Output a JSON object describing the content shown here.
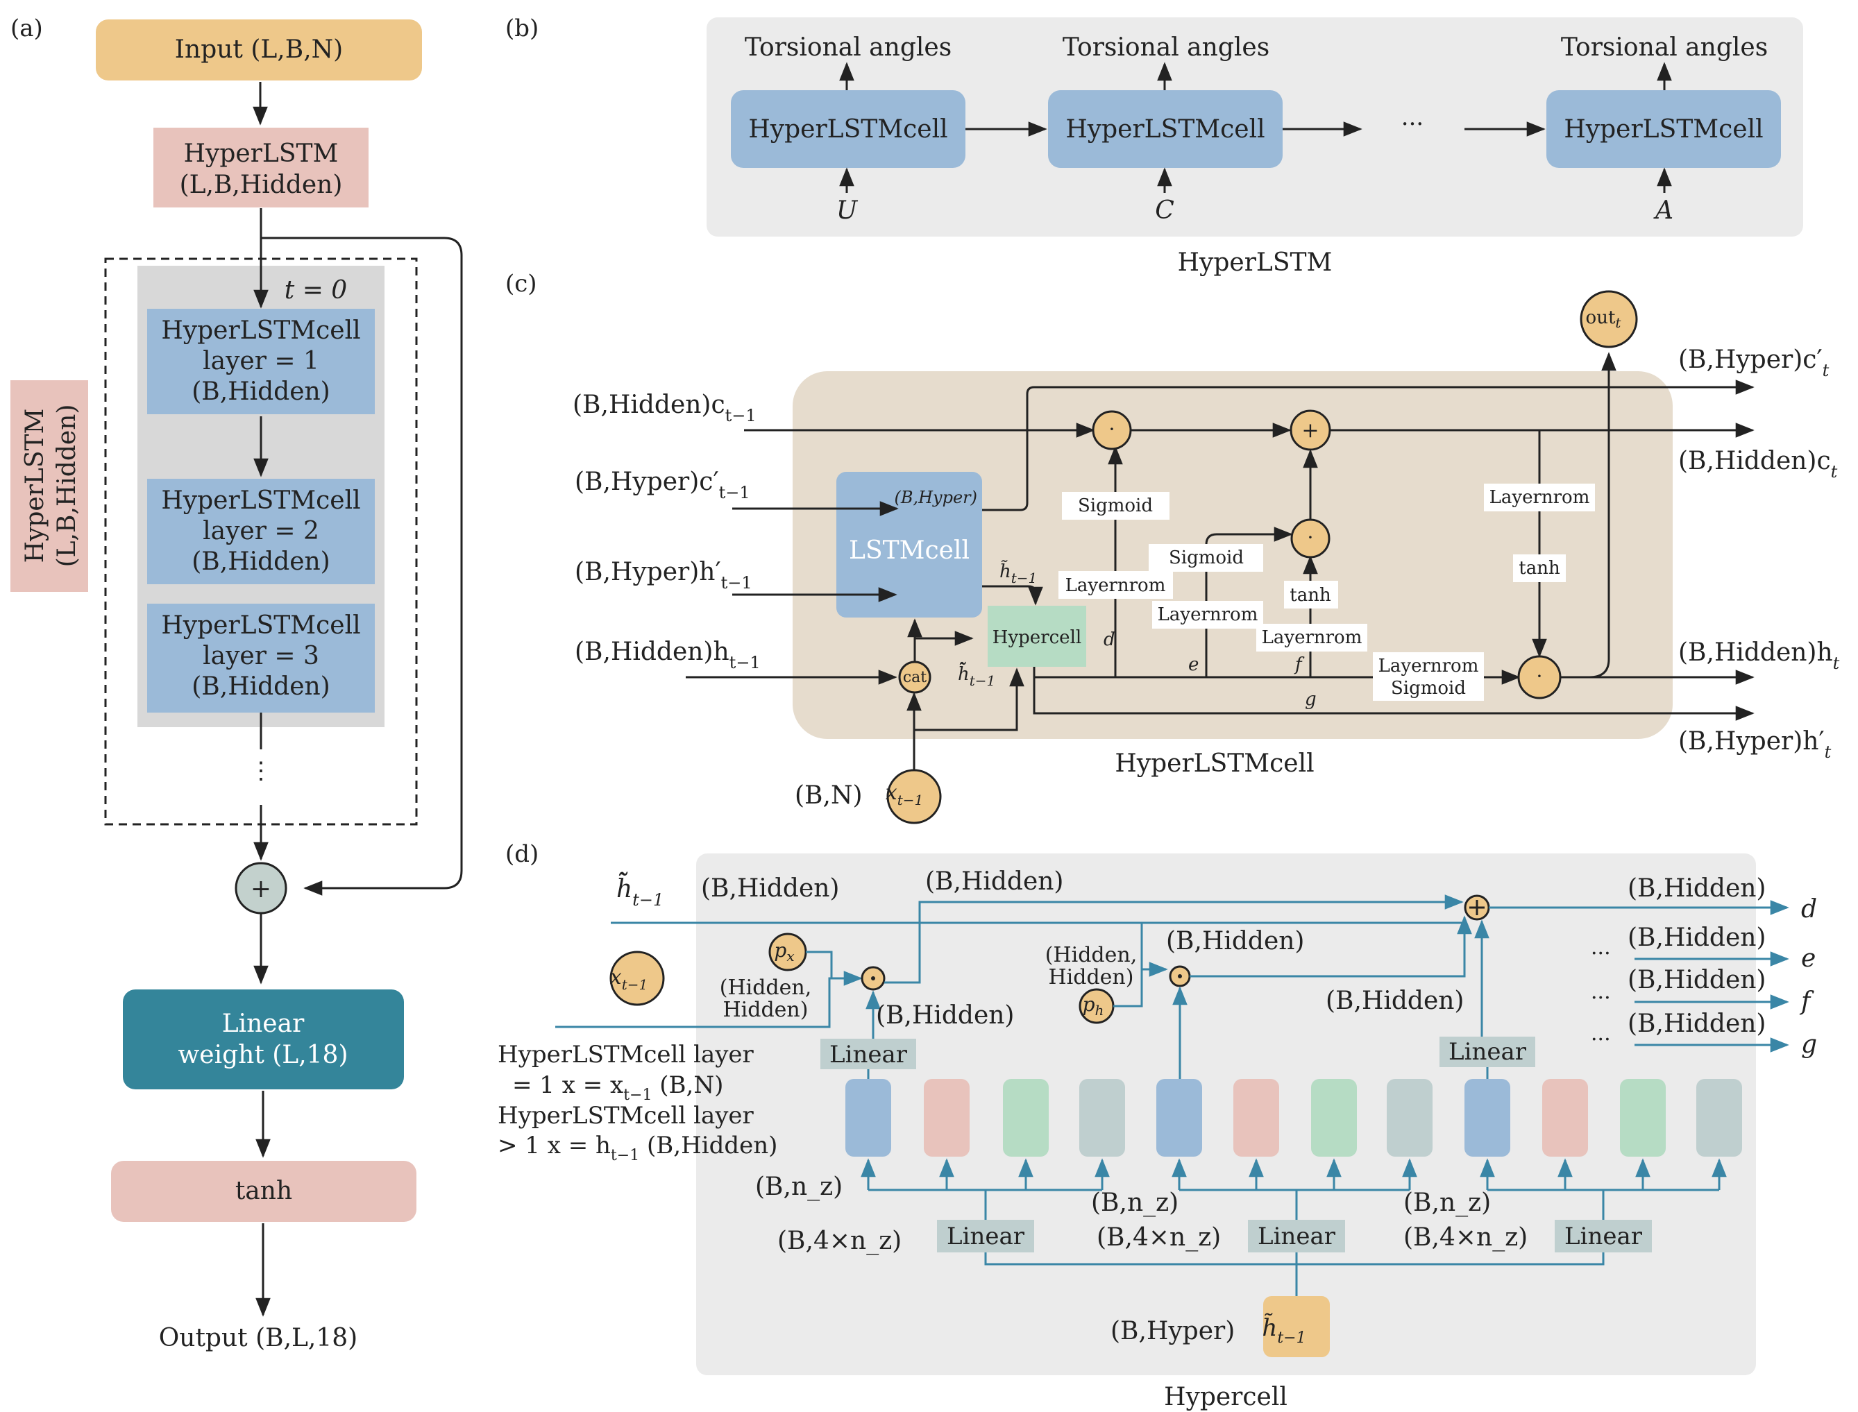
{
  "colors": {
    "orange": "#eec88a",
    "pink": "#e8c3bc",
    "blue": "#9bbad8",
    "teal": "#34859a",
    "green": "#b6dcc4",
    "grayblue": "#bfcfcf",
    "panel_gray": "#ebebeb",
    "panel_beige": "#e6dccd",
    "cell_gray": "#d8d8d8",
    "hyper_blue": "#3a86a6"
  },
  "panel_a": {
    "label": "(a)",
    "input": "Input (L,B,N)",
    "hyperlstm_line1": "HyperLSTM",
    "hyperlstm_line2": "(L,B,Hidden)",
    "time_label": "t = 0",
    "side_line1": "HyperLSTM",
    "side_line2": "(L,B,Hidden)",
    "cells": [
      {
        "line1": "HyperLSTMcell",
        "line2": "layer = 1",
        "line3": "(B,Hidden)"
      },
      {
        "line1": "HyperLSTMcell",
        "line2": "layer = 2",
        "line3": "(B,Hidden)"
      },
      {
        "line1": "HyperLSTMcell",
        "line2": "layer = 3",
        "line3": "(B,Hidden)"
      }
    ],
    "vdots": "⋮",
    "plus": "+",
    "linear_line1": "Linear",
    "linear_line2": "weight (L,18)",
    "tanh": "tanh",
    "output": "Output (B,L,18)"
  },
  "panel_b": {
    "label": "(b)",
    "cell": "HyperLSTMcell",
    "output_label": "Torsional angles",
    "inputs": [
      "U",
      "C",
      "A"
    ],
    "ellipsis": "···",
    "caption": "HyperLSTM"
  },
  "panel_c": {
    "label": "(c)",
    "in_c": "(B,Hidden)c",
    "in_c_sub": "t−1",
    "in_cp": "(B,Hyper)c′",
    "in_cp_sub": "t−1",
    "in_hp": "(B,Hyper)h′",
    "in_hp_sub": "t−1",
    "in_h": "(B,Hidden)h",
    "in_h_sub": "t−1",
    "in_x": "(B,N)",
    "x_node": "x",
    "x_sub": "t−1",
    "lstmcell": "LSTMcell",
    "lstm_out": "(B,Hyper)",
    "htilde": "h̃",
    "htilde_sub": "t−1",
    "hdtilde": "h̃̃",
    "hdtilde_sub": "t−1",
    "hypercell": "Hypercell",
    "cat": "cat",
    "dot": "·",
    "plus": "+",
    "out_node": "out",
    "out_sub": "t",
    "labels": {
      "sigmoid1": "Sigmoid",
      "layernorm1": "Layernrom",
      "sigmoid2": "Sigmoid",
      "layernorm2": "Layernrom",
      "tanh1": "tanh",
      "layernorm3": "Layernrom",
      "layernorm4": "Layernrom",
      "tanh2": "tanh",
      "layernorm5": "Layernrom",
      "sigmoid3": "Sigmoid"
    },
    "letters": {
      "d": "d",
      "e": "e",
      "f": "f",
      "g": "g"
    },
    "out_cp": "(B,Hyper)c′",
    "out_cp_sub": "t",
    "out_c": "(B,Hidden)c",
    "out_c_sub": "t",
    "out_h": "(B,Hidden)h",
    "out_h_sub": "t",
    "out_hp": "(B,Hyper)h′",
    "out_hp_sub": "t",
    "caption": "HyperLSTMcell"
  },
  "panel_d": {
    "label": "(d)",
    "hdtilde": "h̃̃",
    "hdtilde_sub": "t−1",
    "top_bh1": "(B,Hidden)",
    "top_bh2": "(B,Hidden)",
    "px": "p",
    "px_sub": "x",
    "ph": "p",
    "ph_sub": "h",
    "hh1_line1": "(Hidden,",
    "hh1_line2": "Hidden)",
    "hh2_line1": "(Hidden,",
    "hh2_line2": "Hidden)",
    "bh_mid1": "(B,Hidden)",
    "bh_mid2": "(B,Hidden)",
    "bh_mid3": "(B,Hidden)",
    "x_node": "x",
    "x_sub": "t−1",
    "note_line1": "HyperLSTMcell layer",
    "note_line2": "= 1 x = x",
    "note_line2_sub": "t−1",
    "note_line2_tail": " (B,N)",
    "note_line3": "HyperLSTMcell layer",
    "note_line4": "> 1 x = h",
    "note_line4_sub": "t−1",
    "note_line4_tail": " (B,Hidden)",
    "linear": "Linear",
    "bnz": "(B,n_z)",
    "b4nz": "(B,4×n_z)",
    "bhyper": "(B,Hyper)",
    "htilde": "h̃",
    "htilde_sub": "t−1",
    "outputs": [
      {
        "shape": "(B,Hidden)",
        "letter": "d"
      },
      {
        "shape": "(B,Hidden)",
        "letter": "e"
      },
      {
        "shape": "(B,Hidden)",
        "letter": "f"
      },
      {
        "shape": "(B,Hidden)",
        "letter": "g"
      }
    ],
    "ellipsis": "···",
    "caption": "Hypercell"
  }
}
